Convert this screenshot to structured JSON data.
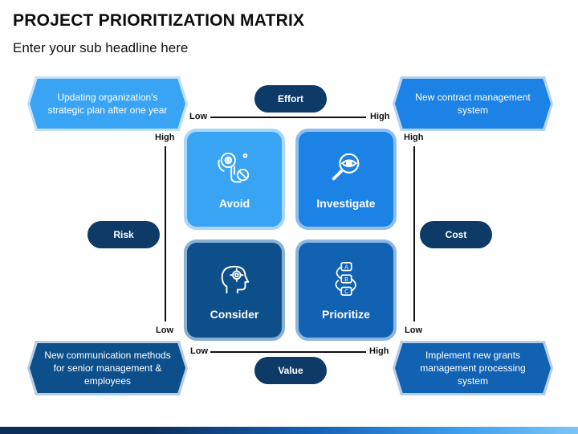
{
  "header": {
    "title": "PROJECT PRIORITIZATION MATRIX",
    "subtitle": "Enter your sub headline here"
  },
  "axes": {
    "effort": {
      "label": "Effort",
      "low": "Low",
      "high": "High"
    },
    "value": {
      "label": "Value",
      "low": "Low",
      "high": "High"
    },
    "risk": {
      "label": "Risk",
      "high": "High",
      "low": "Low"
    },
    "cost": {
      "label": "Cost",
      "high": "High",
      "low": "Low"
    }
  },
  "quadrants": {
    "avoid": {
      "label": "Avoid",
      "icon": "eye-hand-stop-icon",
      "color": "#3aa4f4"
    },
    "investigate": {
      "label": "Investigate",
      "icon": "magnifier-eye-icon",
      "color": "#1d82e6"
    },
    "consider": {
      "label": "Consider",
      "icon": "head-gear-icon",
      "color": "#0d4f8b"
    },
    "prioritize": {
      "label": "Prioritize",
      "icon": "abc-flow-icon",
      "color": "#1262b4"
    }
  },
  "callouts": {
    "top_left": "Updating organization's strategic plan after one year",
    "top_right": "New contract management system",
    "bottom_left": "New communication methods for senior management & employees",
    "bottom_right": "Implement new grants management processing system"
  },
  "colors": {
    "pill": "#0d3a66",
    "light": "#3aa4f4",
    "mid": "#1d82e6",
    "dark": "#0d4f8b",
    "medium_dark": "#1262b4"
  }
}
